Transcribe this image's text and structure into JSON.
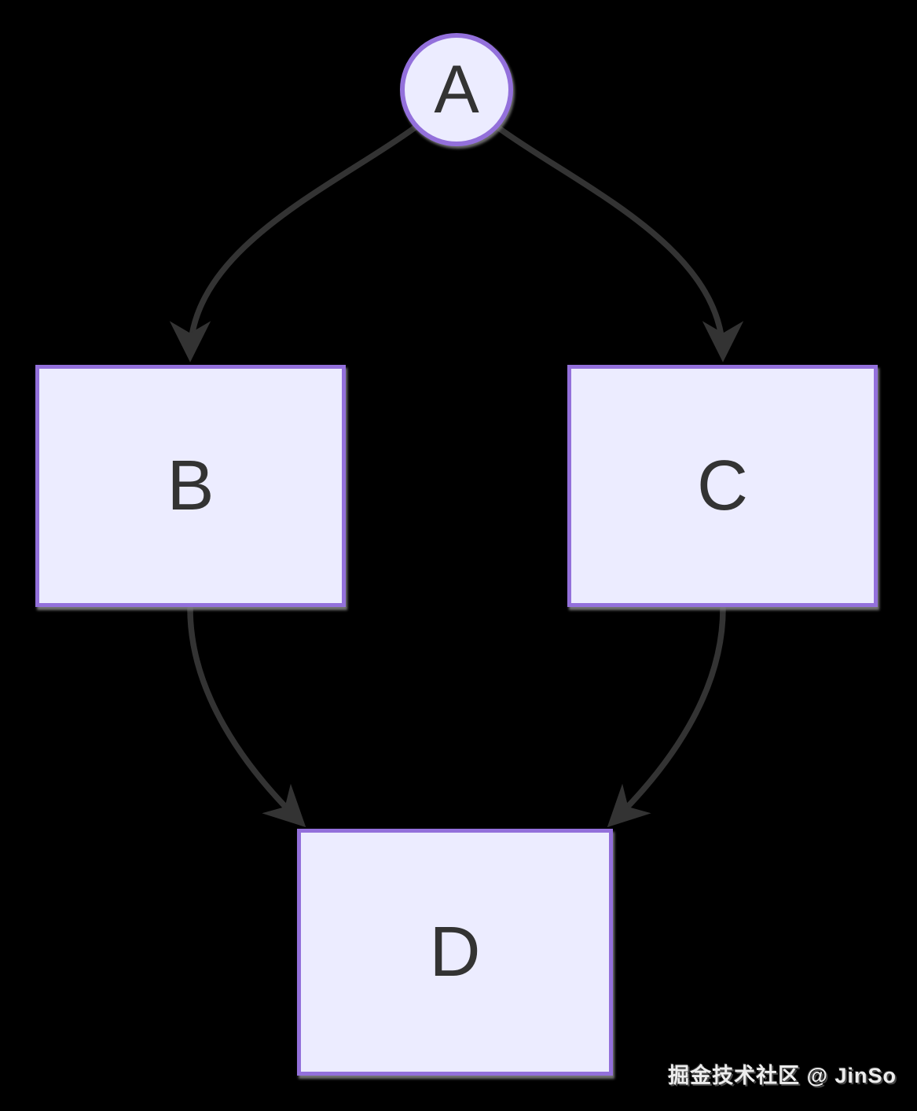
{
  "diagram": {
    "type": "flowchart",
    "direction": "top-to-bottom",
    "nodes": [
      {
        "id": "A",
        "label": "A",
        "shape": "circle"
      },
      {
        "id": "B",
        "label": "B",
        "shape": "rectangle"
      },
      {
        "id": "C",
        "label": "C",
        "shape": "rectangle"
      },
      {
        "id": "D",
        "label": "D",
        "shape": "rectangle"
      }
    ],
    "edges": [
      {
        "from": "A",
        "to": "B"
      },
      {
        "from": "A",
        "to": "C"
      },
      {
        "from": "B",
        "to": "D"
      },
      {
        "from": "C",
        "to": "D"
      }
    ]
  },
  "colors": {
    "background": "#000000",
    "node_fill": "#ECECFF",
    "node_border": "#9370DB",
    "node_text": "#333333",
    "edge_stroke": "#333333",
    "node_shadow": "#808080",
    "watermark_text": "#EDEDED"
  },
  "watermark": {
    "text": "掘金技术社区 @ JinSo"
  }
}
